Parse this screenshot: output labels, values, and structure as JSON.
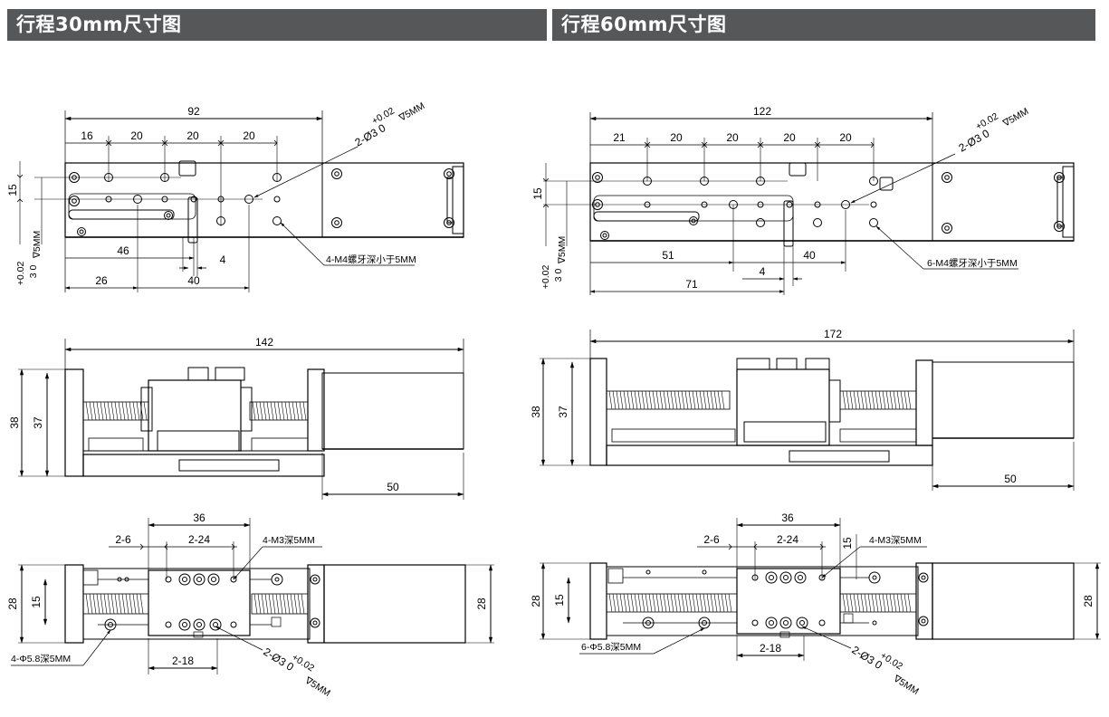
{
  "headers": {
    "left": "行程30mm尺寸图",
    "right": "行程60mm尺寸图"
  },
  "left": {
    "top": {
      "overall": "92",
      "seg1": "16",
      "seg2": "20",
      "seg3": "20",
      "seg4": "20",
      "hole_tol_upper": "+0.02",
      "hole_label": "2-Ø3  0",
      "hole_depth": "∇5MM",
      "height15": "15",
      "tol_upper": "+0.02",
      "tol_lower": "3  0",
      "side_depth": "∇5MM",
      "d46": "46",
      "d4": "4",
      "d26": "26",
      "d40": "40",
      "callout_m4": "4-M4螺牙深小于5MM"
    },
    "side": {
      "overall": "142",
      "h38": "38",
      "h37": "37",
      "d50": "50"
    },
    "bottom": {
      "d36": "36",
      "d2_6": "2-6",
      "d2_24": "2-24",
      "callout_m3": "4-M3深5MM",
      "h28_left": "28",
      "h15": "15",
      "h28_right": "28",
      "d2_18": "2-18",
      "callout_phi": "4-Φ5.8深5MM",
      "hole_label": "2-Ø3  0",
      "hole_tol_upper": "+0.02",
      "hole_depth": "∇5MM"
    }
  },
  "right": {
    "top": {
      "overall": "122",
      "seg1": "21",
      "seg2": "20",
      "seg3": "20",
      "seg4": "20",
      "seg5": "20",
      "hole_tol_upper": "+0.02",
      "hole_label": "2-Ø3  0",
      "hole_depth": "∇5MM",
      "height15": "15",
      "tol_upper": "+0.02",
      "tol_lower": "3  0",
      "side_depth": "∇5MM",
      "d51": "51",
      "d4": "4",
      "d40": "40",
      "d71": "71",
      "callout_m4": "6-M4螺牙深小于5MM"
    },
    "side": {
      "overall": "172",
      "h38": "38",
      "h37": "37",
      "d50": "50"
    },
    "bottom": {
      "d36": "36",
      "d2_6": "2-6",
      "d2_24": "2-24",
      "d15": "15",
      "callout_m3": "4-M3深5MM",
      "h28_left": "28",
      "h15": "15",
      "h28_right": "28",
      "d2_18": "2-18",
      "callout_phi": "6-Φ5.8深5MM",
      "hole_label": "2-Ø3  0",
      "hole_tol_upper": "+0.02",
      "hole_depth": "∇5MM"
    }
  }
}
